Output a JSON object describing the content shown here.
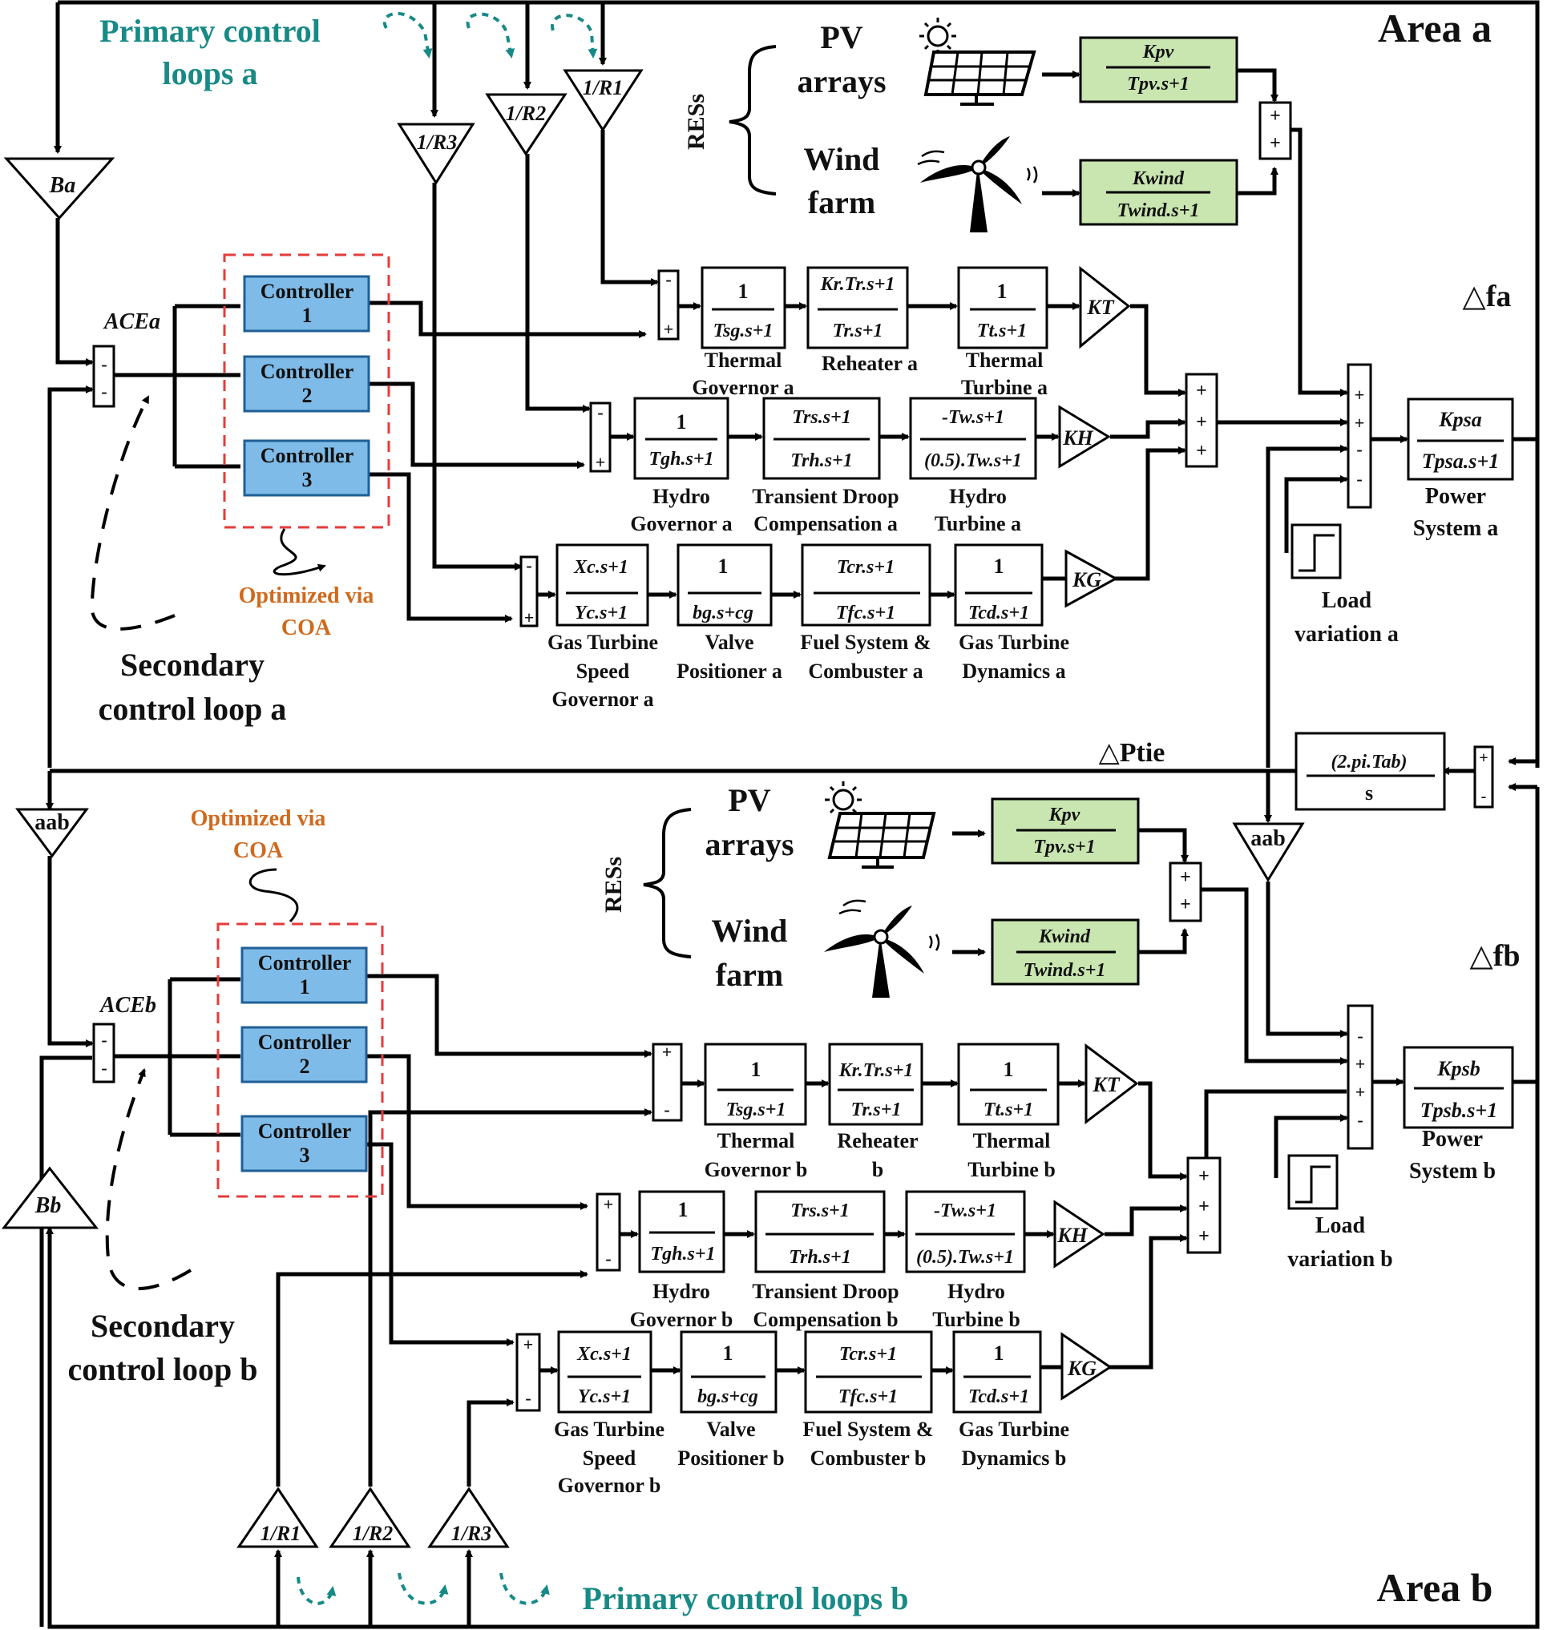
{
  "areaA": {
    "title": "Area a",
    "primary": "Primary control loops a",
    "secondary": "Secondary control loop a",
    "optimized": "Optimized via COA",
    "ace": "ACEa",
    "bias": "Ba",
    "r1": "1/R1",
    "r2": "1/R2",
    "r3": "1/R3",
    "res": "RESs",
    "pv": "PV arrays",
    "wind": "Wind farm",
    "kpv_num": "Kpv",
    "kpv_den": "Tpv.s+1",
    "kw_num": "Kwind",
    "kw_den": "Twind.s+1",
    "ctrl1": "Controller 1",
    "ctrl2": "Controller 2",
    "ctrl3": "Controller 3",
    "tg_num": "1",
    "tg_den": "Tsg.s+1",
    "tg_label": "Thermal Governor a",
    "rh_num": "Kr.Tr.s+1",
    "rh_den": "Tr.s+1",
    "rh_label": "Reheater a",
    "tt_num": "1",
    "tt_den": "Tt.s+1",
    "tt_label": "Thermal Turbine a",
    "hg_num": "1",
    "hg_den": "Tgh.s+1",
    "hg_label": "Hydro Governor a",
    "td_num": "Trs.s+1",
    "td_den": "Trh.s+1",
    "td_label": "Transient Droop Compensation a",
    "ht_num": "-Tw.s+1",
    "ht_den": "(0.5).Tw.s+1",
    "ht_label": "Hydro Turbine a",
    "gg_num": "Xc.s+1",
    "gg_den": "Yc.s+1",
    "gg_label": "Gas Turbine Speed Governor a",
    "vp_num": "1",
    "vp_den": "bg.s+cg",
    "vp_label": "Valve Positioner a",
    "fs_num": "Tcr.s+1",
    "fs_den": "Tfc.s+1",
    "fs_label": "Fuel System & Combuster a",
    "gd_num": "1",
    "gd_den": "Tcd.s+1",
    "gd_label": "Gas Turbine Dynamics a",
    "kt": "KT",
    "kh": "KH",
    "kg": "KG",
    "ps_num": "Kpsa",
    "ps_den": "Tpsa.s+1",
    "ps_label": "Power System a",
    "load": "Load variation a",
    "df": "△fa"
  },
  "tie": {
    "label": "△Ptie",
    "num": "(2.pi.Tab)",
    "den": "s",
    "aab": "aab"
  },
  "areaB": {
    "title": "Area b",
    "primary": "Primary control loops b",
    "secondary": "Secondary control loop b",
    "optimized": "Optimized via COA",
    "ace": "ACEb",
    "bias": "Bb",
    "r1": "1/R1",
    "r2": "1/R2",
    "r3": "1/R3",
    "res": "RESs",
    "pv": "PV arrays",
    "wind": "Wind farm",
    "kpv_num": "Kpv",
    "kpv_den": "Tpv.s+1",
    "kw_num": "Kwind",
    "kw_den": "Twind.s+1",
    "ctrl1": "Controller 1",
    "ctrl2": "Controller 2",
    "ctrl3": "Controller 3",
    "tg_num": "1",
    "tg_den": "Tsg.s+1",
    "tg_label": "Thermal Governor b",
    "rh_num": "Kr.Tr.s+1",
    "rh_den": "Tr.s+1",
    "rh_label": "Reheater b",
    "tt_num": "1",
    "tt_den": "Tt.s+1",
    "tt_label": "Thermal Turbine b",
    "hg_num": "1",
    "hg_den": "Tgh.s+1",
    "hg_label": "Hydro Governor b",
    "td_num": "Trs.s+1",
    "td_den": "Trh.s+1",
    "td_label": "Transient Droop Compensation b",
    "ht_num": "-Tw.s+1",
    "ht_den": "(0.5).Tw.s+1",
    "ht_label": "Hydro Turbine b",
    "gg_num": "Xc.s+1",
    "gg_den": "Yc.s+1",
    "gg_label": "Gas Turbine Speed Governor b",
    "vp_num": "1",
    "vp_den": "bg.s+cg",
    "vp_label": "Valve Positioner b",
    "fs_num": "Tcr.s+1",
    "fs_den": "Tfc.s+1",
    "fs_label": "Fuel System & Combuster b",
    "gd_num": "1",
    "gd_den": "Tcd.s+1",
    "gd_label": "Gas Turbine Dynamics b",
    "kt": "KT",
    "kh": "KH",
    "kg": "KG",
    "ps_num": "Kpsb",
    "ps_den": "Tpsb.s+1",
    "ps_label": "Power System b",
    "load": "Load variation b",
    "df": "△fb"
  },
  "colors": {
    "teal": "#178a86",
    "orange": "#d0691d",
    "controller": "#7fbbe8",
    "res_block": "#c9e5b0",
    "dash": "#e53b3b"
  }
}
